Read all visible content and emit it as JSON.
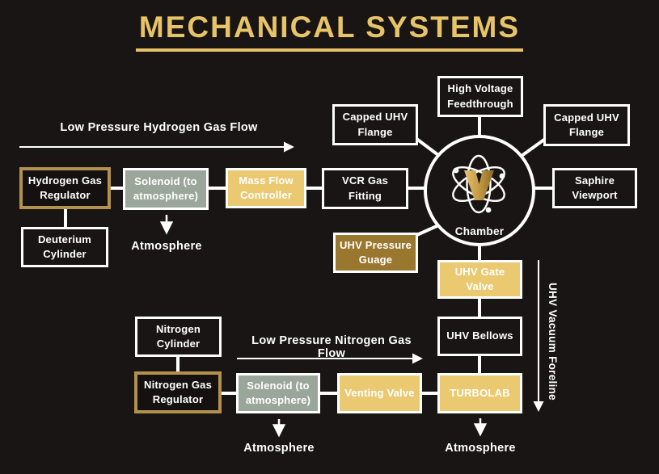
{
  "title": "MECHANICAL SYSTEMS",
  "colors": {
    "background": "#1a1515",
    "title_gold": "#e8c468",
    "box_gold_fill": "#eac971",
    "box_bronze_fill": "#9a772e",
    "box_sage_fill": "#9ba69b",
    "regulator_border_tan": "#b2914e",
    "line_white": "#ffffff",
    "chamber_v_gold": "#c9a150"
  },
  "flow_labels": {
    "hydrogen": "Low Pressure Hydrogen Gas Flow",
    "nitrogen": "Low Pressure Nitrogen Gas Flow",
    "foreline": "UHV Vacuum Foreline"
  },
  "atmosphere": {
    "hydrogen_solenoid": "Atmosphere",
    "nitrogen_solenoid": "Atmosphere",
    "turbolab": "Atmosphere"
  },
  "nodes": {
    "capped_uhv_flange_left": "Capped UHV Flange",
    "high_voltage_feedthrough": "High Voltage Feedthrough",
    "capped_uhv_flange_right": "Capped UHV Flange",
    "hydrogen_gas_regulator": "Hydrogen Gas Regulator",
    "solenoid_hydrogen": "Solenoid (to atmosphere)",
    "mass_flow_controller": "Mass Flow Controller",
    "vcr_gas_fitting": "VCR Gas Fitting",
    "chamber": "Chamber",
    "saphire_viewport": "Saphire Viewport",
    "deuterium_cylinder": "Deuterium Cylinder",
    "uhv_pressure_guage": "UHV Pressure Guage",
    "uhv_gate_valve": "UHV Gate Valve",
    "uhv_bellows": "UHV Bellows",
    "turbolab": "TURBOLAB",
    "nitrogen_cylinder": "Nitrogen Cylinder",
    "nitrogen_gas_regulator": "Nitrogen Gas Regulator",
    "solenoid_nitrogen": "Solenoid (to atmosphere)",
    "venting_valve": "Venting Valve"
  }
}
